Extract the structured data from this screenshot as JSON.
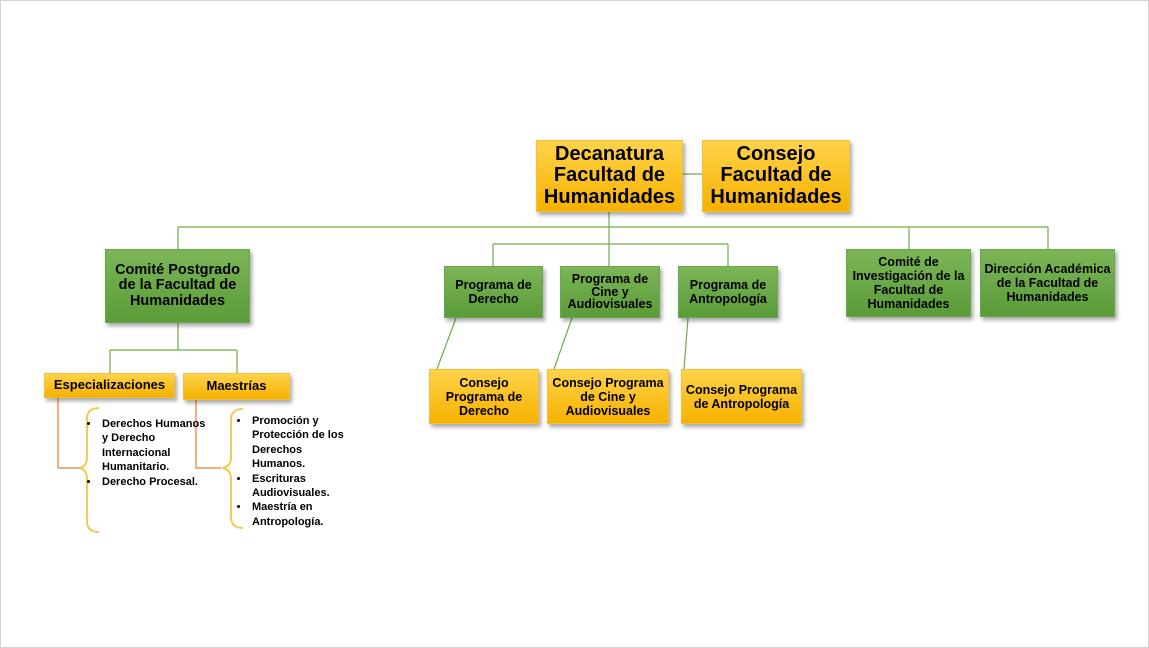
{
  "top": {
    "decanatura": "Decanatura Facultad de Humanidades",
    "consejo": "Consejo Facultad de Humanidades"
  },
  "comite_postgrado": "Comité Postgrado de la Facultad de Humanidades",
  "especializaciones": {
    "label": "Especializaciones",
    "items": [
      "Derechos Humanos y Derecho Internacional Humanitario.",
      "Derecho Procesal."
    ]
  },
  "maestrias": {
    "label": "Maestrías",
    "items": [
      "Promoción y Protección de los Derechos Humanos.",
      "Escrituras Audiovisuales.",
      "Maestría en Antropología."
    ]
  },
  "programas": [
    {
      "name": "Programa de Derecho",
      "consejo": "Consejo Programa de Derecho"
    },
    {
      "name": "Programa de Cine y Audiovisuales",
      "consejo": "Consejo Programa de Cine y Audiovisuales"
    },
    {
      "name": "Programa de Antropología",
      "consejo": "Consejo Programa de Antropología"
    }
  ],
  "comite_investigacion": "Comité de Investigación de la Facultad de Humanidades",
  "direccion_academica": "Dirección Académica de la Facultad de Humanidades",
  "colors": {
    "yellow": "#f6b100",
    "green": "#5b9b38",
    "connector_green": "#70ad47",
    "bracket_orange": "#ed7d31"
  }
}
